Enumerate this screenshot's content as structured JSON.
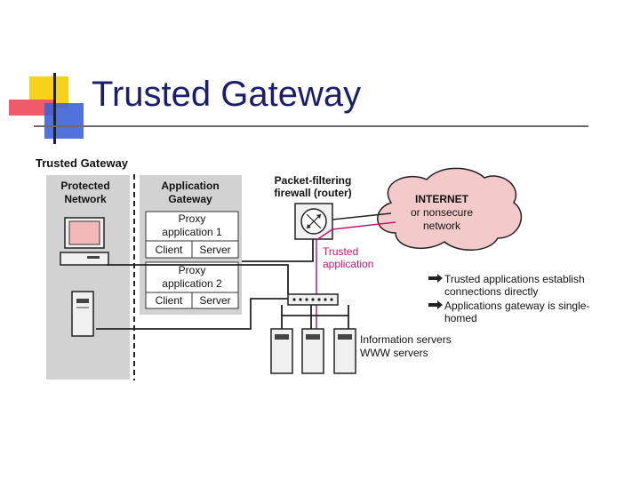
{
  "slide": {
    "title": "Trusted Gateway"
  },
  "diagram": {
    "heading": "Trusted Gateway",
    "protected_network": [
      "Protected",
      "Network"
    ],
    "application_gateway": [
      "Application",
      "Gateway"
    ],
    "proxy1": [
      "Proxy",
      "application 1"
    ],
    "proxy2": [
      "Proxy",
      "application 2"
    ],
    "client_label": "Client",
    "server_label": "Server",
    "router_label": [
      "Packet-filtering",
      "firewall (router)"
    ],
    "internet_label": "INTERNET",
    "internet_sub": [
      "or nonsecure",
      "network"
    ],
    "trusted_app": [
      "Trusted",
      "application"
    ],
    "note1": [
      "Trusted applications establish",
      "connections directly"
    ],
    "note2": [
      "Applications gateway is single-",
      "homed"
    ],
    "servers_label": [
      "Information servers",
      "WWW servers"
    ],
    "colors": {
      "title": "#1b1f6b",
      "cloud": "#f4c9c9",
      "trusted_path": "#c0186e",
      "gray_panel": "#d2d2d2",
      "accent_yellow": "#f7d21a",
      "accent_red": "#e8344a",
      "accent_blue": "#2a55c4"
    }
  }
}
